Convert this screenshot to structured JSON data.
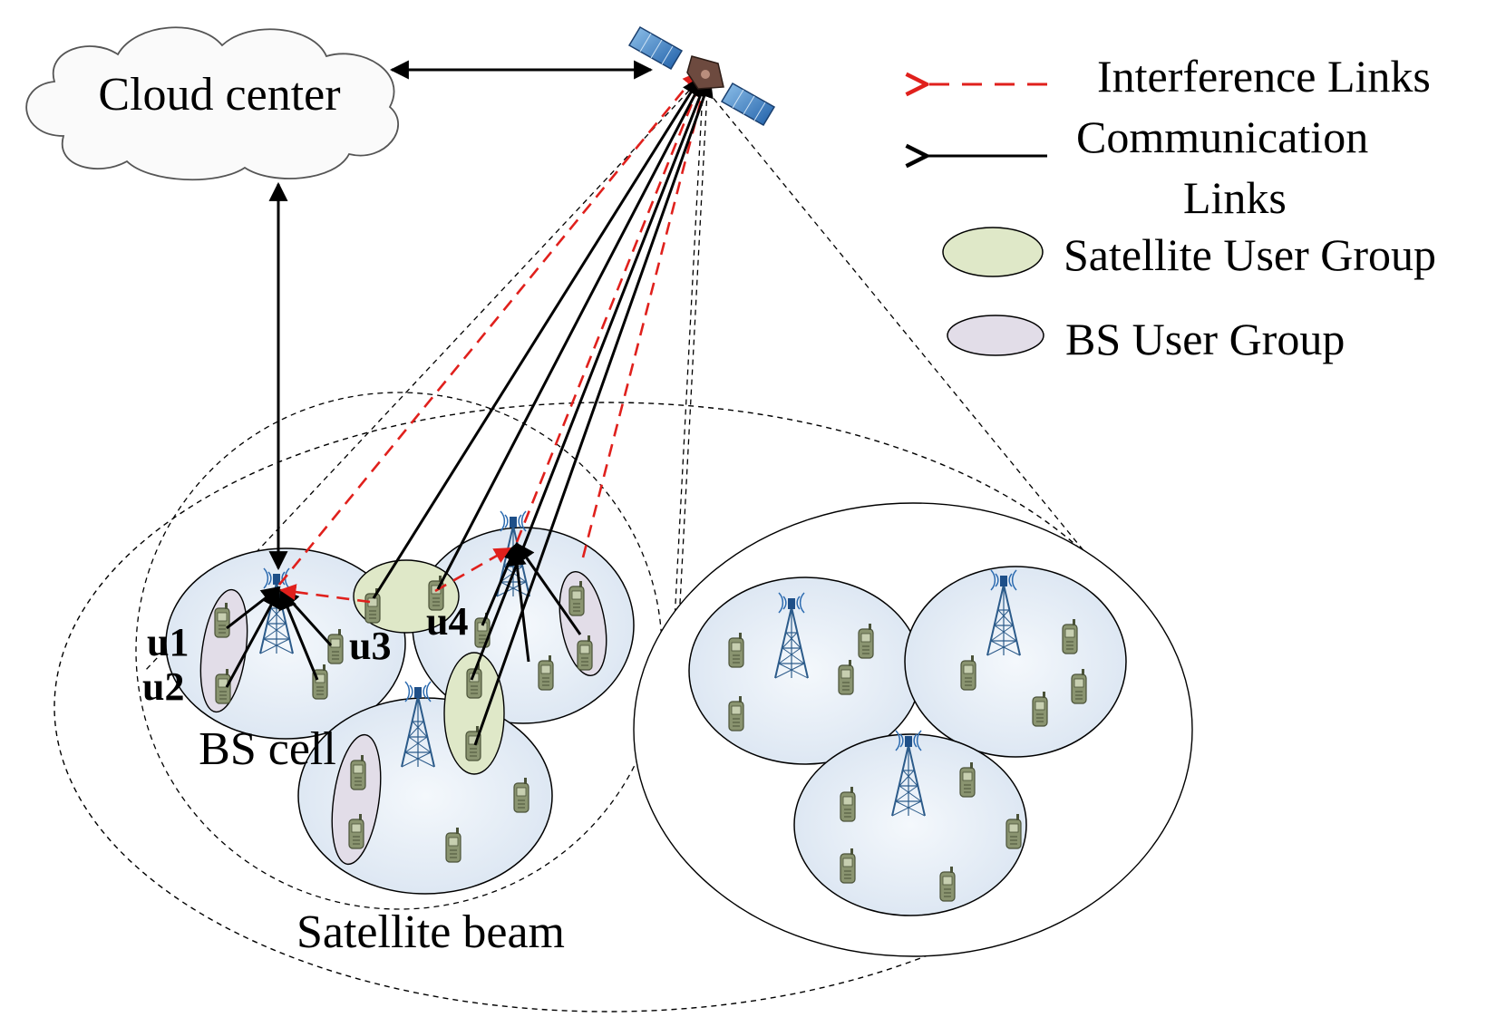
{
  "labels": {
    "cloud_center": "Cloud center",
    "bs_cell": "BS cell",
    "satellite_beam": "Satellite beam",
    "u1": "u1",
    "u2": "u2",
    "u3": "u3",
    "u4": "u4"
  },
  "legend": {
    "interference": "Interference Links",
    "communication_line1": "Communication",
    "communication_line2": "Links",
    "satellite_group": "Satellite User Group",
    "bs_group": "BS User Group"
  },
  "colors": {
    "interference": "#e0201c",
    "communication": "#000000",
    "satellite_group_fill": "#dfe8c8",
    "bs_group_fill": "#e2dde8",
    "cell_fill": "#e4ecf6"
  },
  "icons": [
    "satellite-icon",
    "cloud-icon",
    "base-station-tower-icon",
    "mobile-phone-icon"
  ]
}
